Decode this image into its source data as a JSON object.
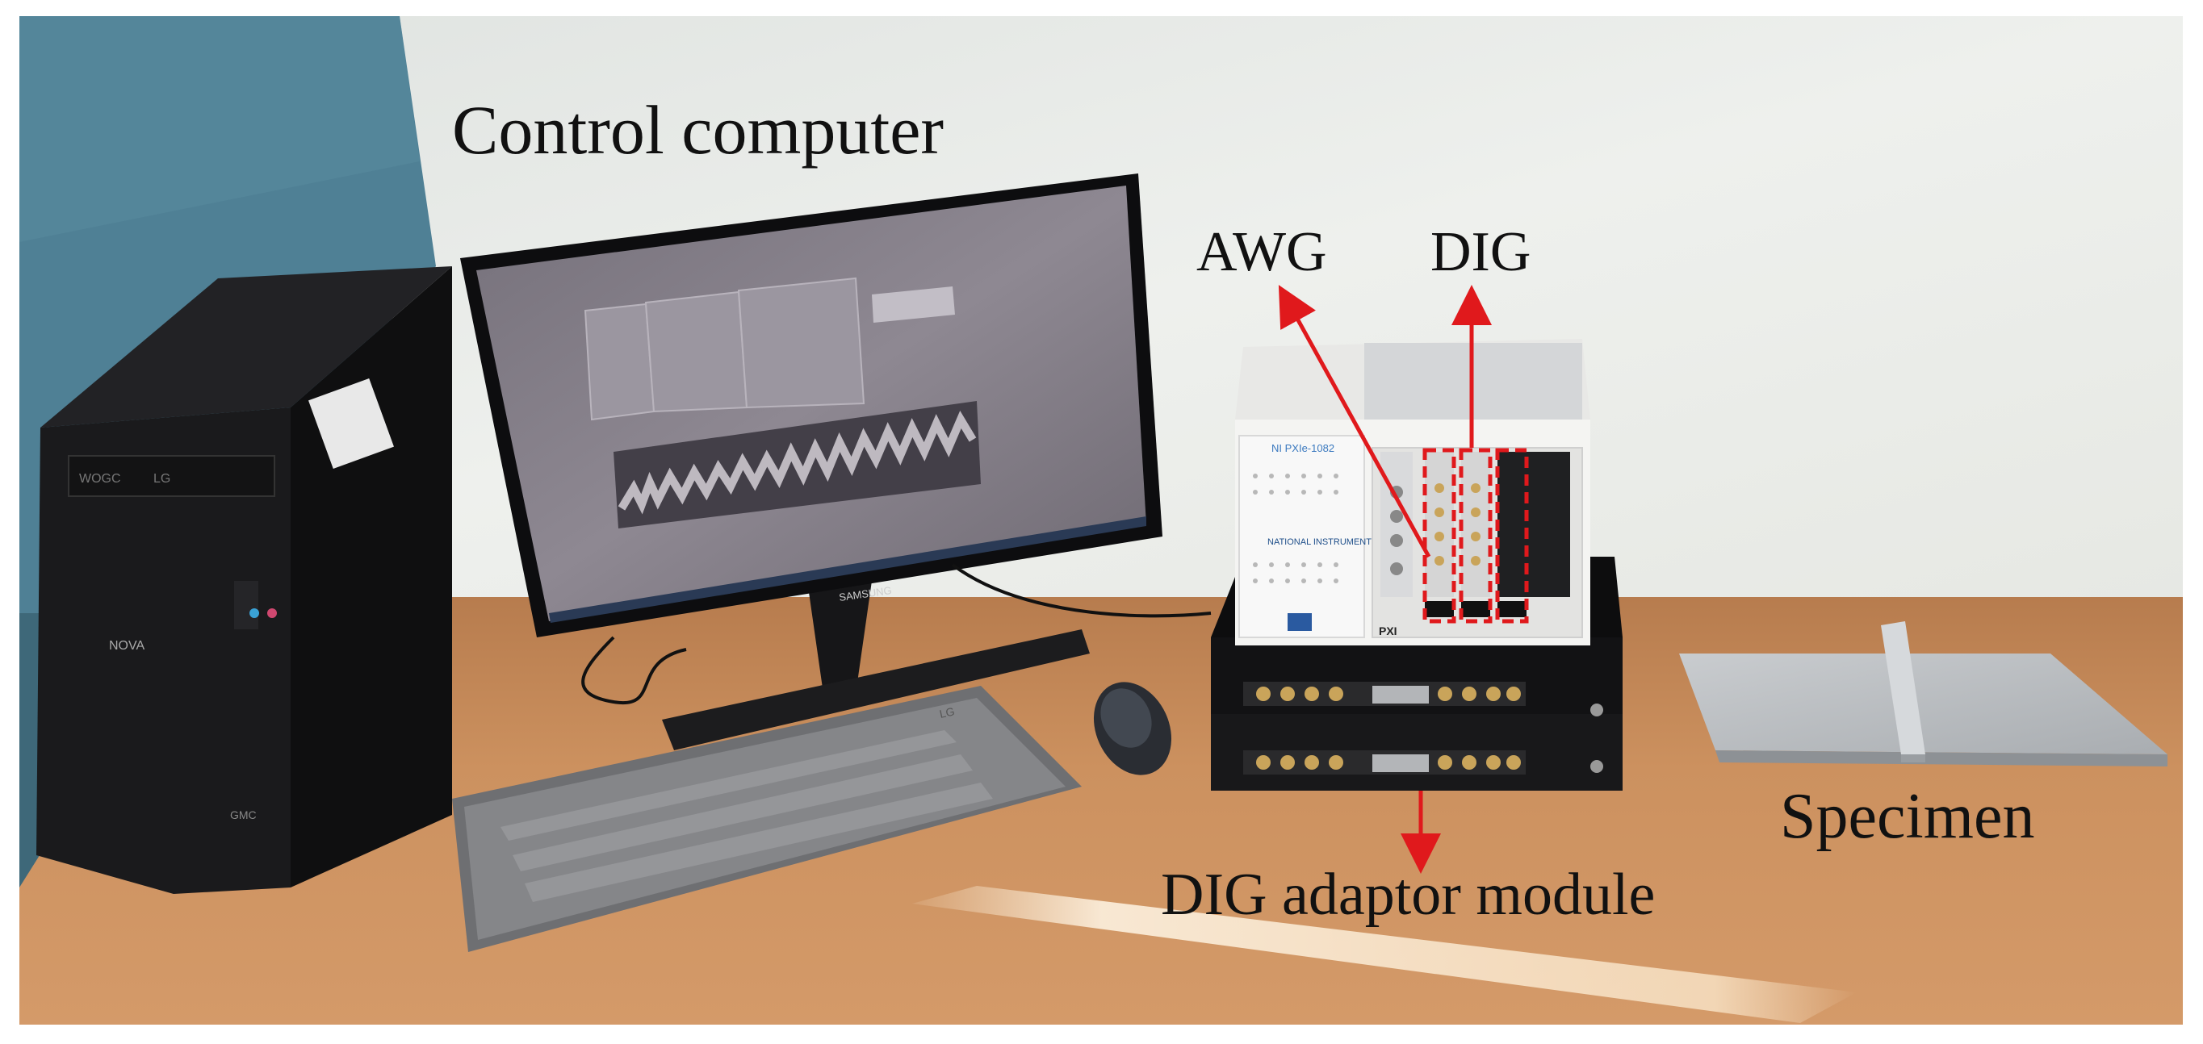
{
  "photo": {
    "labels": {
      "control_computer": "Control computer",
      "awg": "AWG",
      "dig": "DIG",
      "dig_adaptor_module": "DIG adaptor module",
      "specimen": "Specimen"
    },
    "monitor_brand": "SAMSUNG",
    "chassis_brand": "NATIONAL INSTRUMENTS",
    "chassis_model": "NI PXIe-1082",
    "pxi_badge": "PXI",
    "computer_brand": "NOVA",
    "keyboard_brand": "LG",
    "colors": {
      "annotation_red": "#e0191c",
      "desk": "#c98d5c",
      "wall": "#e9ecea",
      "partition": "#4d7f93"
    }
  }
}
